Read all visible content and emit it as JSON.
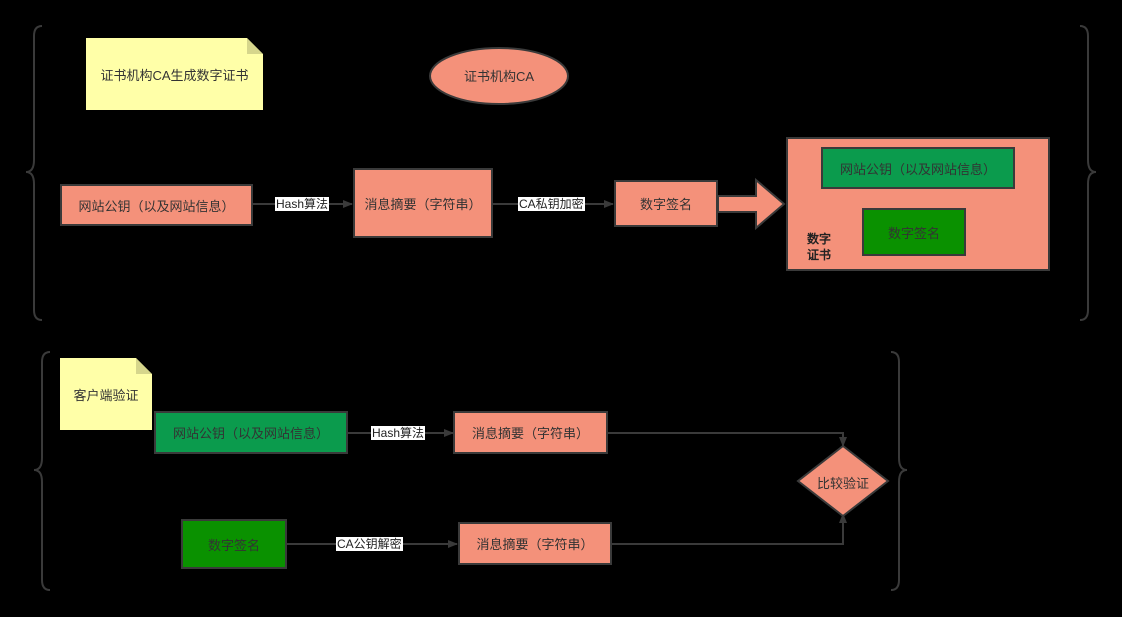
{
  "section1": {
    "note": "证书机构CA生成数字证书",
    "ca_ellipse": "证书机构CA",
    "site_pubkey": "网站公钥（以及网站信息）",
    "hash_label": "Hash算法",
    "digest": "消息摘要（字符串）",
    "ca_encrypt_label": "CA私钥加密",
    "signature": "数字签名",
    "certificate": {
      "label": "数字\n证书",
      "pubkey": "网站公钥（以及网站信息）",
      "signature": "数字签名"
    }
  },
  "section2": {
    "note": "客户端验证",
    "site_pubkey": "网站公钥（以及网站信息）",
    "hash_label": "Hash算法",
    "digest_top": "消息摘要（字符串）",
    "signature": "数字签名",
    "ca_decrypt_label": "CA公钥解密",
    "digest_bottom": "消息摘要（字符串）",
    "compare": "比较验证"
  },
  "colors": {
    "salmon": "#f4917a",
    "dark_green": "#0b9b4d",
    "green": "#0a9100",
    "note_yellow": "#ffffa8",
    "stroke": "#3a3a3a"
  }
}
